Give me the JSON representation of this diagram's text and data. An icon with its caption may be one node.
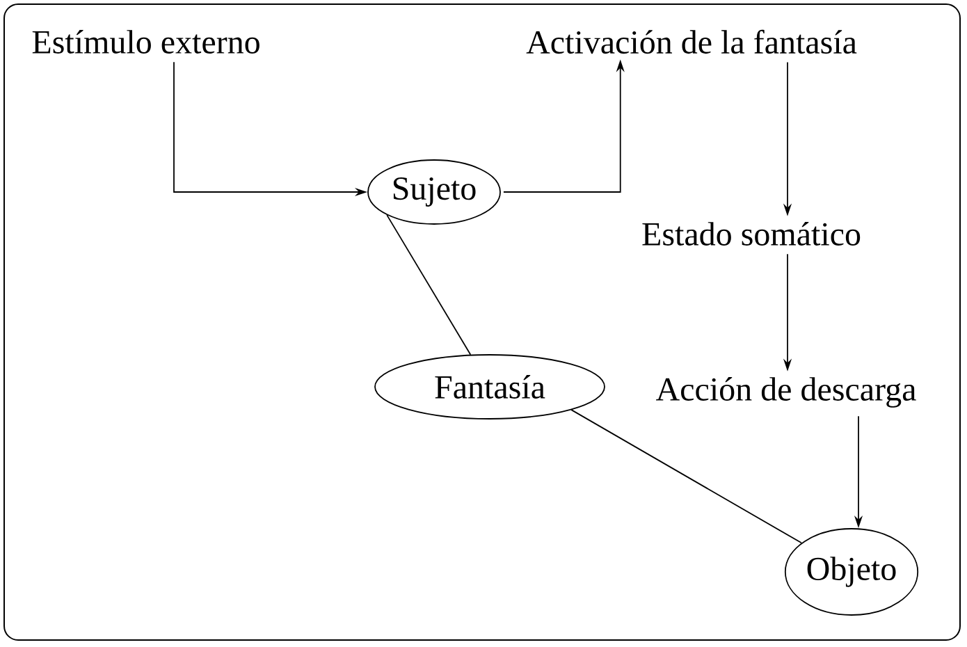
{
  "diagram": {
    "nodes": [
      {
        "text": [
          "Estímulo externo"
        ]
      },
      {
        "text": [
          "Activación de la fantasía"
        ]
      },
      {
        "text": [
          "Sujeto"
        ]
      },
      {
        "text": [
          "Estado somático"
        ]
      },
      {
        "text": [
          "Fantasía"
        ]
      },
      {
        "text": [
          "Acción de descarga"
        ]
      },
      {
        "text": [
          "Objeto"
        ]
      }
    ],
    "edges": [
      {
        "from": 0,
        "to": 2,
        "arrow": "to"
      },
      {
        "from": 2,
        "to": 1,
        "arrow": "to"
      },
      {
        "from": 1,
        "to": 3,
        "arrow": "to"
      },
      {
        "from": 3,
        "to": 5,
        "arrow": "to"
      },
      {
        "from": 5,
        "to": 6,
        "arrow": "to"
      },
      {
        "from": 2,
        "to": 4,
        "arrow": "none"
      },
      {
        "from": 4,
        "to": 6,
        "arrow": "none"
      }
    ]
  }
}
